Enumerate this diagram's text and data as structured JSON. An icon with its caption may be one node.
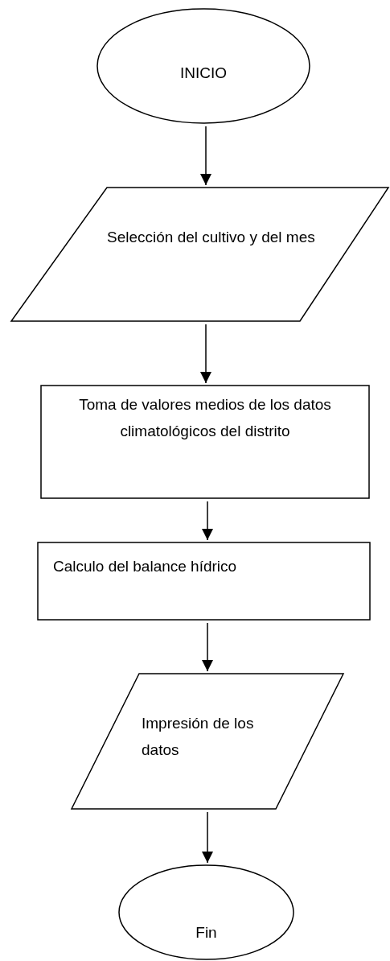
{
  "diagram": {
    "nodes": [
      {
        "text": [
          "INICIO"
        ]
      },
      {
        "text": [
          "Selección del cultivo y del mes"
        ]
      },
      {
        "text": [
          "Toma de valores medios de los datos climatológicos del distrito"
        ]
      },
      {
        "text": [
          "Calculo del balance hídrico"
        ]
      },
      {
        "text": [
          "Impresión de los datos"
        ]
      },
      {
        "text": [
          "Fin"
        ]
      }
    ],
    "edges": [
      {
        "from": 0,
        "to": 1,
        "arrow": "to"
      },
      {
        "from": 1,
        "to": 2,
        "arrow": "to"
      },
      {
        "from": 2,
        "to": 3,
        "arrow": "to"
      },
      {
        "from": 3,
        "to": 4,
        "arrow": "to"
      },
      {
        "from": 4,
        "to": 5,
        "arrow": "to"
      }
    ]
  }
}
